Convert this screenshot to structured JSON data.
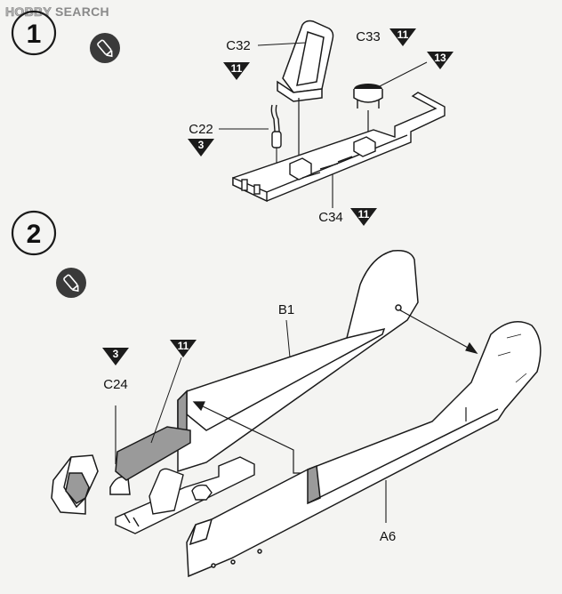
{
  "watermark": {
    "hobby": "HOBBY",
    "search": "SEARCH"
  },
  "colors": {
    "line": "#1a1a1a",
    "triangle": "#1b1b1b",
    "shade": "#9a9a9a",
    "paper": "#f4f4f2"
  },
  "steps": [
    {
      "number": "1",
      "icon": "glue-icon",
      "parts": [
        {
          "id": "c32",
          "label": "C32",
          "color_code": "11"
        },
        {
          "id": "c33",
          "label": "C33",
          "color_code": "11"
        },
        {
          "id": "c33-extra",
          "label": "",
          "color_code": "13"
        },
        {
          "id": "c22",
          "label": "C22",
          "color_code": "3"
        },
        {
          "id": "c34",
          "label": "C34",
          "color_code": "11"
        }
      ]
    },
    {
      "number": "2",
      "icon": "glue-icon",
      "parts": [
        {
          "id": "b1",
          "label": "B1",
          "color_code": ""
        },
        {
          "id": "c24",
          "label": "C24",
          "color_code": "3"
        },
        {
          "id": "interior",
          "label": "",
          "color_code": "11"
        },
        {
          "id": "a6",
          "label": "A6",
          "color_code": ""
        }
      ]
    }
  ]
}
